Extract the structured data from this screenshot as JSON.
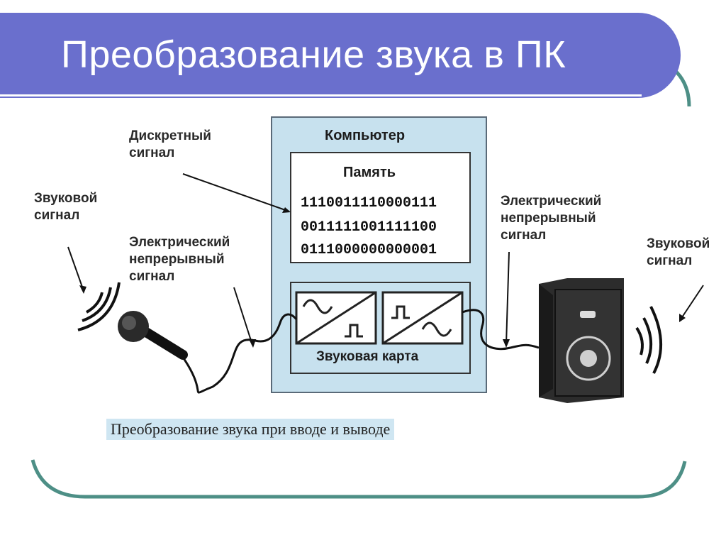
{
  "title": "Преобразование звука в ПК",
  "labels": {
    "sound_left": "Звуковой\nсигнал",
    "discrete": "Дискретный\nсигнал",
    "electric_left": "Электрический\nнепрерывный\nсигнал",
    "electric_right": "Электрический\nнепрерывный\nсигнал",
    "sound_right": "Звуковой\nсигнал"
  },
  "computer": {
    "title": "Компьютер",
    "memory_title": "Память",
    "binary": [
      "1110011110000111",
      "0011111001111100",
      "0111000000000001"
    ],
    "sound_card": "Звуковая карта"
  },
  "caption": "Преобразование звука при вводе и выводе",
  "colors": {
    "title_bar": "#6a6fcd",
    "frame": "#4d8f86",
    "computer_bg": "#c7e1ee",
    "caption_bg": "#cfe6f2"
  },
  "icons": [
    "microphone-icon",
    "speaker-icon",
    "sound-wave-icon"
  ]
}
